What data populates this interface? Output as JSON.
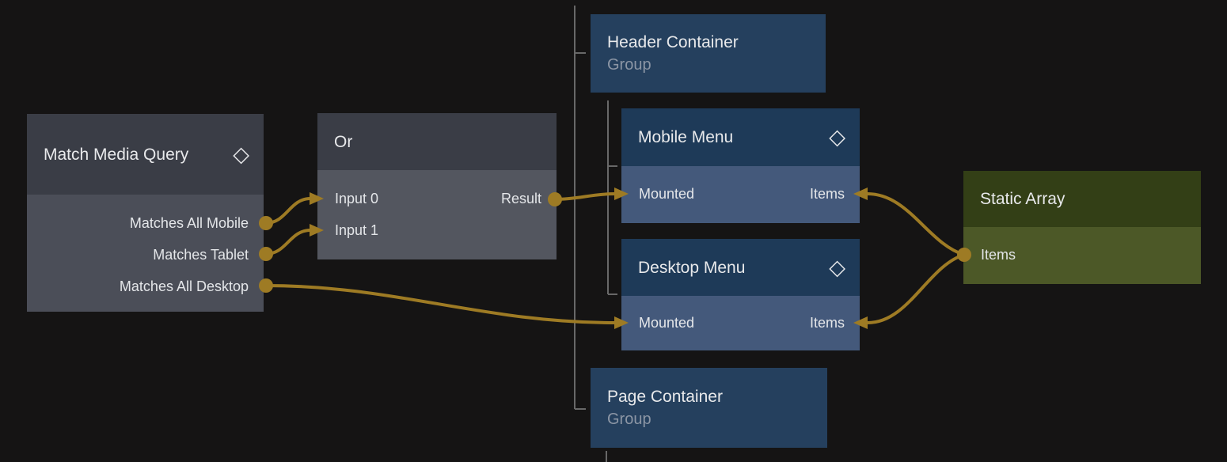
{
  "colors": {
    "canvas_bg": "#151414",
    "gray_header": "#3a3d46",
    "gray_body": "#4b4e58",
    "or_body": "#53565f",
    "blue_group": "#25405e",
    "blue_header": "#1e3a58",
    "blue_body": "#44597b",
    "green_header": "#333f16",
    "green_body": "#4c5827",
    "wire": "#9e7b24",
    "tree_line": "#686868",
    "title_text": "#e8e9eb",
    "subtitle_text": "#8c96a5",
    "port_text": "#e4e6e9"
  },
  "icons": {
    "diamond": "◇"
  },
  "nodes": {
    "match_media_query": {
      "title": "Match Media Query",
      "outputs": [
        "Matches All Mobile",
        "Matches Tablet",
        "Matches All Desktop"
      ]
    },
    "or": {
      "title": "Or",
      "inputs": [
        "Input 0",
        "Input 1"
      ],
      "output": "Result"
    },
    "header_container": {
      "title": "Header Container",
      "subtitle": "Group"
    },
    "mobile_menu": {
      "title": "Mobile Menu",
      "input_left": "Mounted",
      "input_right": "Items"
    },
    "desktop_menu": {
      "title": "Desktop Menu",
      "input_left": "Mounted",
      "input_right": "Items"
    },
    "page_container": {
      "title": "Page Container",
      "subtitle": "Group"
    },
    "static_array": {
      "title": "Static Array",
      "output": "Items"
    }
  },
  "connections": [
    {
      "from": "Match Media Query.Matches All Mobile",
      "to": "Or.Input 0"
    },
    {
      "from": "Match Media Query.Matches Tablet",
      "to": "Or.Input 1"
    },
    {
      "from": "Match Media Query.Matches All Desktop",
      "to": "Desktop Menu.Mounted"
    },
    {
      "from": "Or.Result",
      "to": "Mobile Menu.Mounted"
    },
    {
      "from": "Static Array.Items",
      "to": "Mobile Menu.Items"
    },
    {
      "from": "Static Array.Items",
      "to": "Desktop Menu.Items"
    }
  ]
}
